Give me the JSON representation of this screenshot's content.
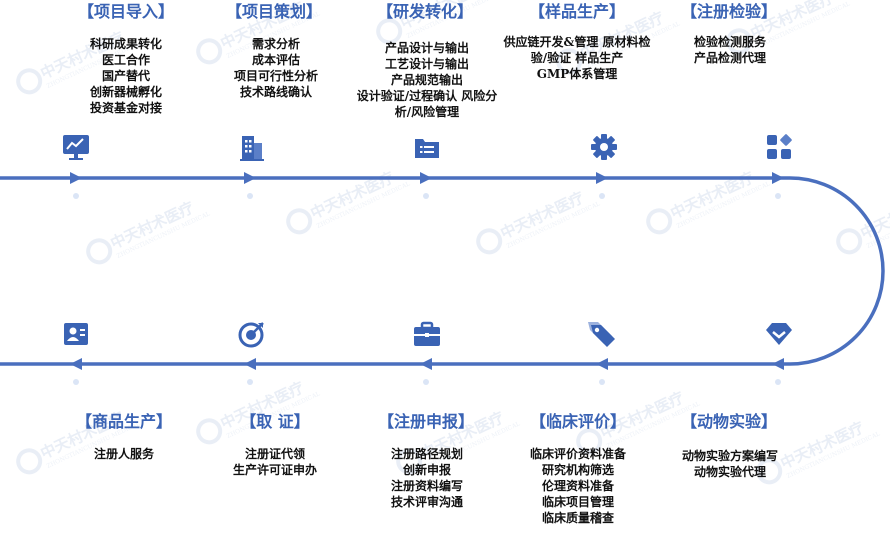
{
  "watermark": {
    "text": "中天村术医疗",
    "subtext": "ZHONGTIANCUNSHU MEDICAL"
  },
  "colors": {
    "accent": "#3a63b4",
    "line": "#4a6fbe",
    "text": "#111111"
  },
  "top_row": [
    {
      "title": "【项目导入】",
      "icon": "chart-monitor-icon",
      "items": [
        "科研成果转化",
        "医工合作",
        "国产替代",
        "创新器械孵化",
        "投资基金对接"
      ]
    },
    {
      "title": "【项目策划】",
      "icon": "building-icon",
      "items": [
        "需求分析",
        "成本评估",
        "项目可行性分析",
        "技术路线确认"
      ]
    },
    {
      "title": "【研发转化】",
      "icon": "folder-list-icon",
      "items": [
        "产品设计与输出",
        "工艺设计与输出",
        "产品规范输出",
        "设计验证/过程确认 风险分析/风险管理"
      ]
    },
    {
      "title": "【样品生产】",
      "icon": "gear-icon",
      "items": [
        "供应链开发&管理  原材料检验/验证   样品生产",
        "GMP体系管理"
      ]
    },
    {
      "title": "【注册检验】",
      "icon": "apps-grid-icon",
      "items": [
        "检验检测服务",
        "产品检测代理"
      ]
    }
  ],
  "bottom_row": [
    {
      "title": "【商品生产】",
      "icon": "id-card-icon",
      "items": [
        "注册人服务"
      ]
    },
    {
      "title": "【取 证】",
      "icon": "target-icon",
      "items": [
        "注册证代领",
        "生产许可证申办"
      ]
    },
    {
      "title": "【注册申报】",
      "icon": "briefcase-icon",
      "items": [
        "注册路径规划",
        "创新申报",
        "注册资料编写",
        "技术评审沟通"
      ]
    },
    {
      "title": "【临床评价】",
      "icon": "tag-icon",
      "items": [
        "临床评价资料准备",
        "研究机构筛选",
        "伦理资料准备",
        "临床项目管理",
        "临床质量稽查"
      ]
    },
    {
      "title": "【动物实验】",
      "icon": "shield-check-icon",
      "items": [
        "动物实验方案编写",
        "动物实验代理"
      ]
    }
  ]
}
